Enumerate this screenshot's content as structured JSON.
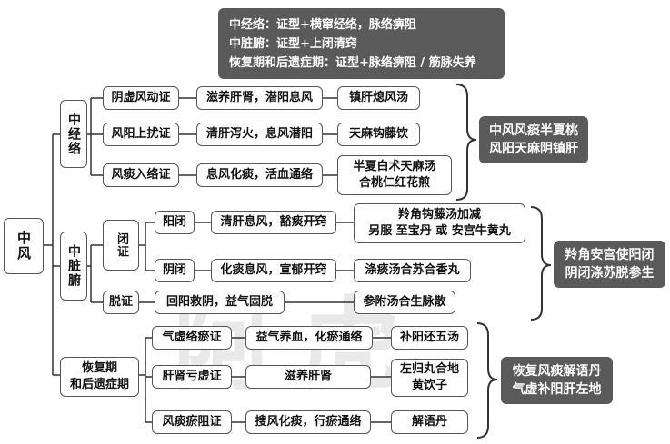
{
  "note": [
    "中经络：证型+横窜经络，脉络痹阻",
    "中脏腑：证型+上闭清窍",
    "恢复期和后遗症期：证型+脉络痹阻 / 筋脉失养"
  ],
  "root": "中风",
  "sections": {
    "jingluo": {
      "label": "中经络",
      "rows": [
        {
          "type": "阴虚风动证",
          "method": "滋养肝肾，潜阳息风",
          "formula": "镇肝熄风汤"
        },
        {
          "type": "风阳上扰证",
          "method": "清肝泻火，息风潜阳",
          "formula": "天麻钩藤饮"
        },
        {
          "type": "风痰入络证",
          "method": "息风化痰，活血通络",
          "formula": "半夏白术天麻汤\n合桃仁红花煎"
        }
      ],
      "summary": "中风风痰半夏桃\n风阳天麻阴镇肝"
    },
    "zangfu": {
      "label": "中脏腑",
      "bi": {
        "label": "闭证",
        "rows": [
          {
            "type": "阳闭",
            "method": "清肝息风，豁痰开窍",
            "formula": "羚角钩藤汤加减\n另服 至宝丹 或 安宫牛黄丸"
          },
          {
            "type": "阴闭",
            "method": "化痰息风，宣郁开窍",
            "formula": "涤痰汤合苏合香丸"
          }
        ]
      },
      "tuo": {
        "label": "脱证",
        "method": "回阳救阴，益气固脱",
        "formula": "参附汤合生脉散"
      },
      "summary": "羚角安宫使阳闭\n阴闭涤苏脱参生"
    },
    "recovery": {
      "label": "恢复期\n和后遗症期",
      "rows": [
        {
          "type": "气虚络瘀证",
          "method": "益气养血，化瘀通络",
          "formula": "补阳还五汤"
        },
        {
          "type": "肝肾亏虚证",
          "method": "滋养肝肾",
          "formula": "左归丸合地\n黄饮子"
        },
        {
          "type": "风痰瘀阻证",
          "method": "搜风化痰，行瘀通络",
          "formula": "解语丹"
        }
      ],
      "summary": "恢复风痰解语丹\n气虚补阳肝左地"
    }
  },
  "watermark": [
    "阿",
    "虎"
  ]
}
